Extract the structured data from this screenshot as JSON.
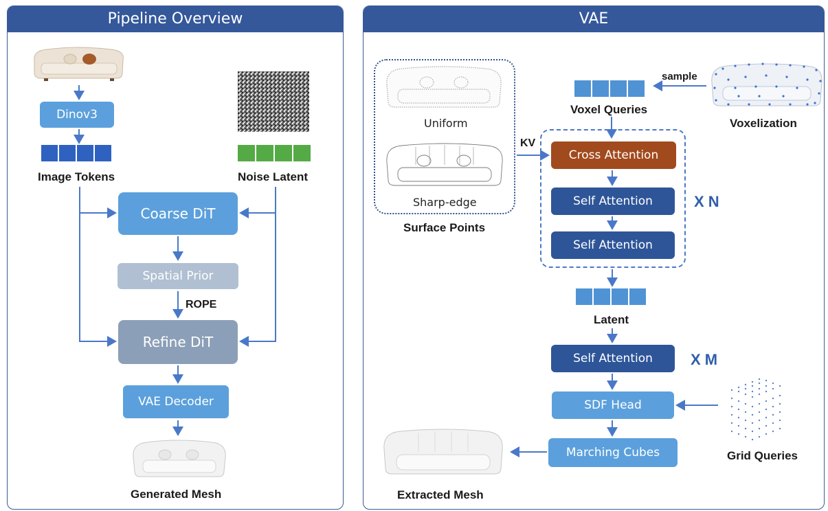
{
  "left_panel": {
    "title": "Pipeline Overview",
    "dinov3": "Dinov3",
    "image_tokens": "Image Tokens",
    "noise_latent": "Noise Latent",
    "coarse_dit": "Coarse DiT",
    "spatial_prior": "Spatial Prior",
    "rope": "ROPE",
    "refine_dit": "Refine DiT",
    "vae_decoder": "VAE Decoder",
    "generated_mesh": "Generated Mesh"
  },
  "right_panel": {
    "title": "VAE",
    "uniform": "Uniform",
    "sharp_edge": "Sharp-edge",
    "surface_points": "Surface Points",
    "kv": "KV",
    "sample": "sample",
    "voxel_queries": "Voxel Queries",
    "voxelization": "Voxelization",
    "cross_attention": "Cross Attention",
    "self_attention_1": "Self Attention",
    "self_attention_2": "Self Attention",
    "x_n": "X N",
    "latent": "Latent",
    "self_attention_3": "Self Attention",
    "x_m": "X M",
    "sdf_head": "SDF Head",
    "marching_cubes": "Marching Cubes",
    "grid_queries": "Grid Queries",
    "extracted_mesh": "Extracted Mesh"
  },
  "colors": {
    "header": "#34589a",
    "light_blue": "#5ba0dc",
    "dark_blue": "#2e5598",
    "cross_attention": "#a14a1e",
    "spatial_prior": "#b0c0d2",
    "refine_dit": "#8c9fb8",
    "image_token": "#2f62c0",
    "noise_token": "#54aa45",
    "arrow": "#4a78c8"
  }
}
